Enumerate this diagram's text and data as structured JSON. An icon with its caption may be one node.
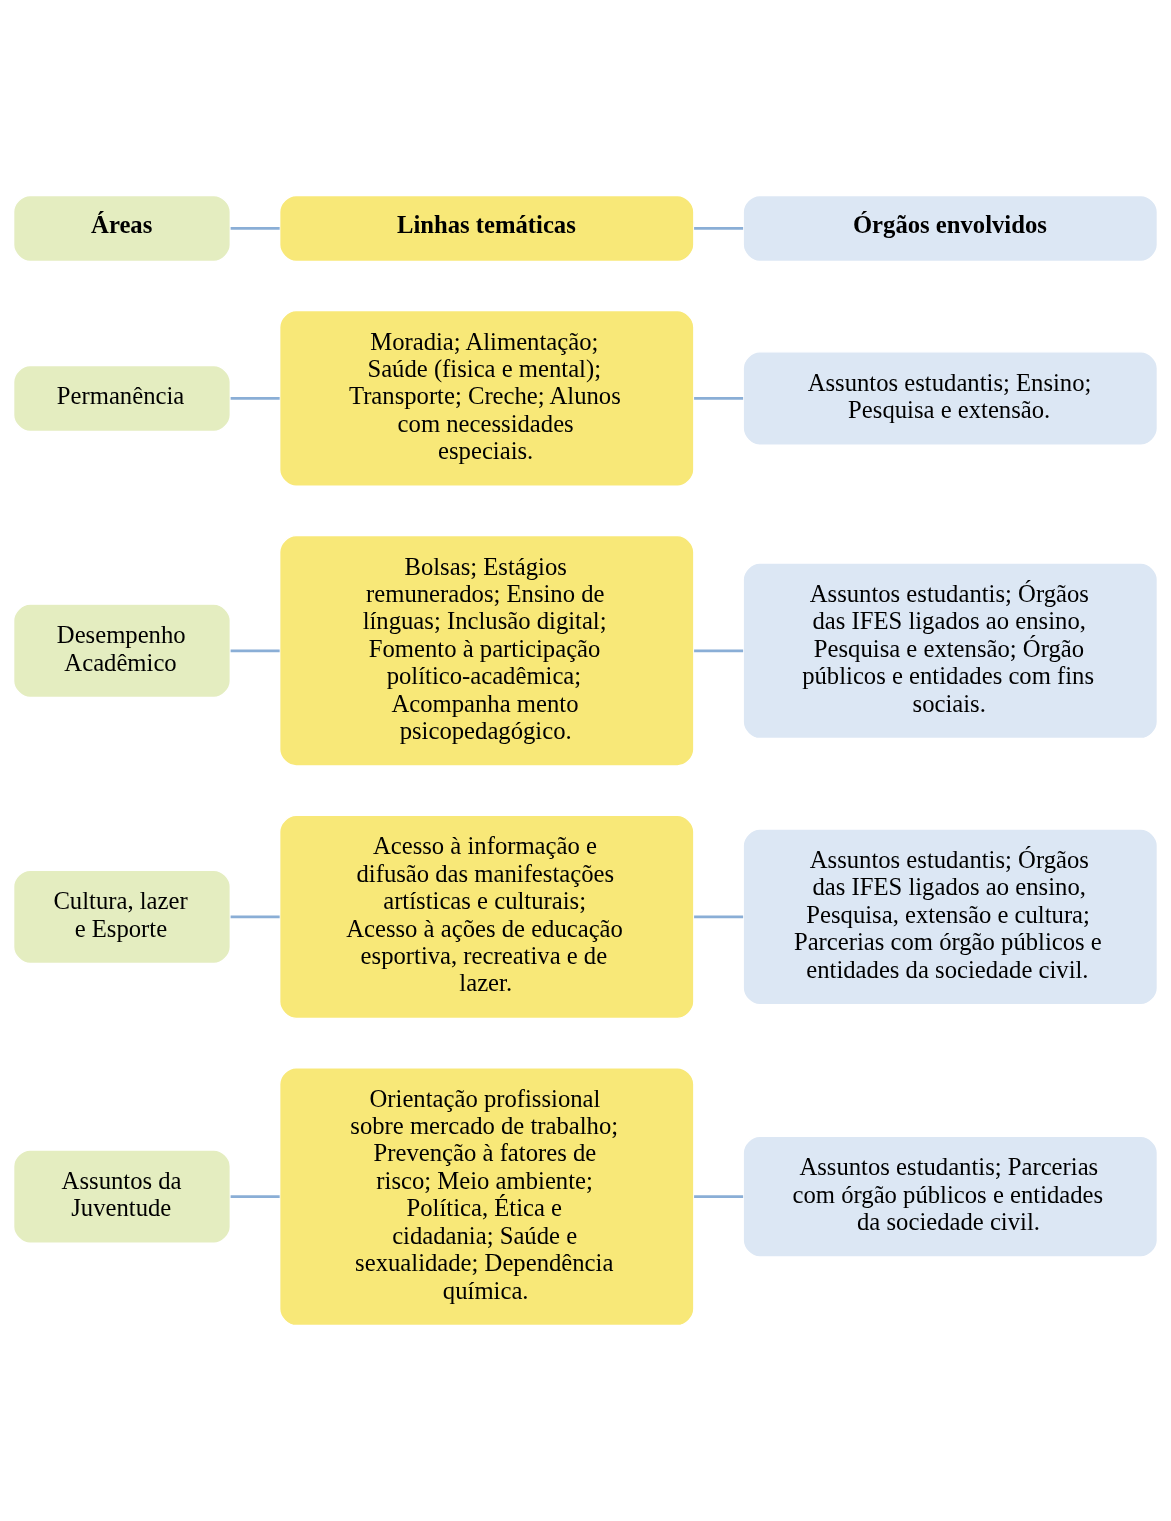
{
  "diagram": {
    "nodes": [
      {
        "text": [
          "Áreas"
        ]
      },
      {
        "text": [
          "Linhas temáticas"
        ]
      },
      {
        "text": [
          "Órgãos envolvidos"
        ]
      },
      {
        "text": [
          "Permanência"
        ]
      },
      {
        "text": [
          "Moradia; Alimentação; Saúde (fisica e mental); Transporte; Creche; Alunos com necessidades especiais."
        ]
      },
      {
        "text": [
          "Assuntos estudantis; Ensino; Pesquisa e extensão."
        ]
      },
      {
        "text": [
          "Desempenho Acadêmico"
        ]
      },
      {
        "text": [
          "Bolsas; Estágios remunerados; Ensino de línguas; Inclusão digital; Fomento à participação político-acadêmica; Acompanha mento psicopedagógico."
        ]
      },
      {
        "text": [
          "Assuntos estudantis; Órgãos das IFES ligados ao ensino, Pesquisa e extensão; Órgão públicos e entidades com fins sociais."
        ]
      },
      {
        "text": [
          "Cultura, lazer e Esporte"
        ]
      },
      {
        "text": [
          "Acesso à informação e difusão das manifestações artísticas e culturais; Acesso à ações de educação esportiva, recreativa e de lazer."
        ]
      },
      {
        "text": [
          "Assuntos estudantis; Órgãos das IFES ligados ao ensino, Pesquisa, extensão e cultura; Parcerias com órgão públicos e entidades da sociedade civil."
        ]
      },
      {
        "text": [
          "Assuntos da Juventude"
        ]
      },
      {
        "text": [
          "Orientação profissional sobre mercado de trabalho; Prevenção à fatores de risco; Meio ambiente; Política, Ética e cidadania; Saúde e sexualidade; Dependência química."
        ]
      },
      {
        "text": [
          "Assuntos estudantis; Parcerias com órgão públicos e entidades da sociedade civil."
        ]
      }
    ],
    "edges": [
      {
        "from": 0,
        "to": 1,
        "arrow": "none"
      },
      {
        "from": 1,
        "to": 2,
        "arrow": "none"
      },
      {
        "from": 3,
        "to": 4,
        "arrow": "none"
      },
      {
        "from": 4,
        "to": 5,
        "arrow": "none"
      },
      {
        "from": 6,
        "to": 7,
        "arrow": "none"
      },
      {
        "from": 7,
        "to": 8,
        "arrow": "none"
      },
      {
        "from": 9,
        "to": 10,
        "arrow": "none"
      },
      {
        "from": 10,
        "to": 11,
        "arrow": "none"
      },
      {
        "from": 12,
        "to": 13,
        "arrow": "none"
      },
      {
        "from": 13,
        "to": 14,
        "arrow": "none"
      }
    ]
  }
}
